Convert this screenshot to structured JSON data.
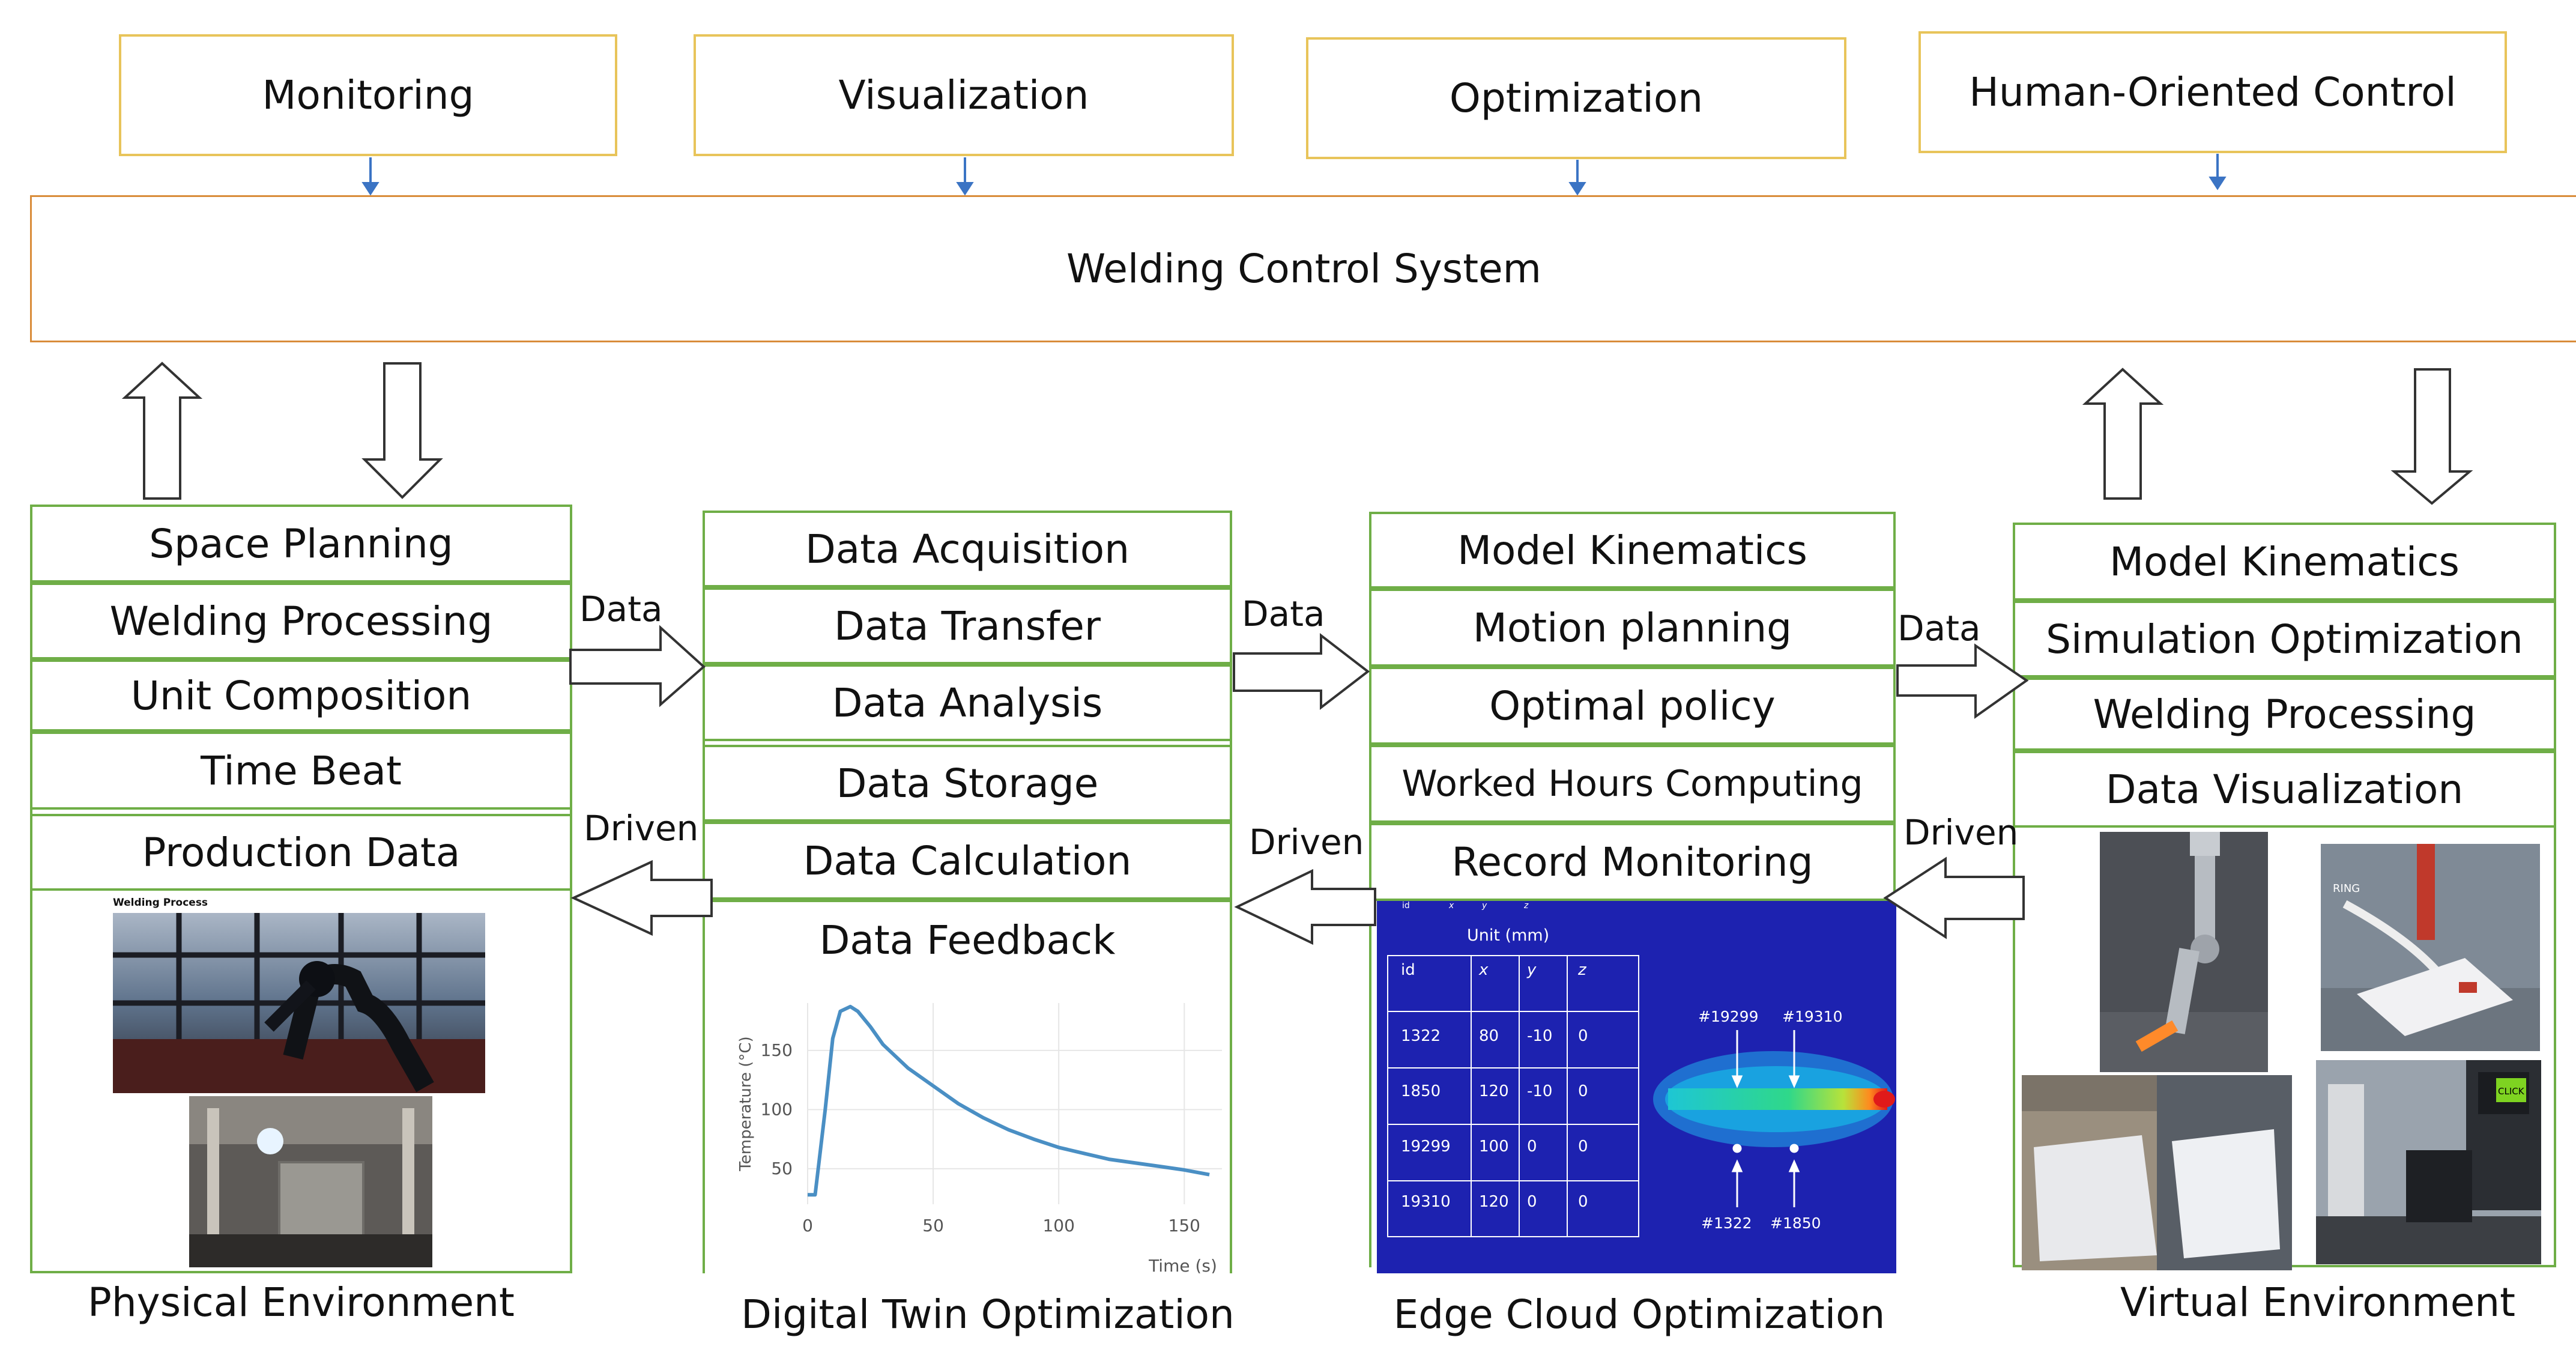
{
  "top_boxes": [
    "Monitoring",
    "Visualization",
    "Optimization",
    "Human-Oriented Control"
  ],
  "control_system": "Welding Control System",
  "physical": {
    "items": [
      "Space Planning",
      "Welding Processing",
      "Unit Composition",
      "Time Beat",
      "Production Data"
    ],
    "photo_caption": "Welding Process",
    "title": "Physical Environment"
  },
  "digital_twin": {
    "items": [
      "Data Acquisition",
      "Data Transfer",
      "Data Analysis",
      "Data Storage",
      "Data Calculation",
      "Data Feedback"
    ],
    "title": "Digital Twin Optimization"
  },
  "edge_cloud": {
    "items": [
      "Model Kinematics",
      "Motion planning",
      "Optimal policy",
      "Worked Hours Computing",
      "Record Monitoring"
    ],
    "title": "Edge Cloud Optimization",
    "table_header": [
      "id",
      "x",
      "y",
      "z"
    ],
    "unit_label": "Unit (mm)",
    "table_cols": [
      "id",
      "x",
      "y",
      "z"
    ],
    "table_rows": [
      [
        "1322",
        "80",
        "-10",
        "0"
      ],
      [
        "1850",
        "120",
        "-10",
        "0"
      ],
      [
        "19299",
        "100",
        "0",
        "0"
      ],
      [
        "19310",
        "120",
        "0",
        "0"
      ]
    ],
    "markers_top": [
      "#19299",
      "#19310"
    ],
    "markers_bottom": [
      "#1322",
      "#1850"
    ]
  },
  "virtual": {
    "items": [
      "Model Kinematics",
      "Simulation Optimization",
      "Welding Processing",
      "Data Visualization"
    ],
    "title": "Virtual Environment",
    "sign_text": "CLICK",
    "robot_text": "RING"
  },
  "arrow_labels": {
    "data": "Data",
    "driven": "Driven"
  },
  "colors": {
    "top_border": "#e8c45a",
    "control_border": "#d98c3a",
    "green_border": "#6fae47",
    "heatmap_bg": "#1d22b0",
    "curve": "#4a8fc4"
  },
  "chart_data": {
    "type": "line",
    "xlabel": "Time (s)",
    "ylabel": "Temperature (°C)",
    "xticks": [
      0,
      50,
      100,
      150
    ],
    "yticks": [
      50,
      100,
      150
    ],
    "xlim": [
      0,
      165
    ],
    "ylim": [
      20,
      190
    ],
    "x": [
      0,
      3,
      7,
      10,
      13,
      17,
      20,
      25,
      30,
      40,
      50,
      60,
      70,
      80,
      90,
      100,
      110,
      120,
      130,
      140,
      150,
      160
    ],
    "y": [
      28,
      28,
      100,
      160,
      183,
      187,
      183,
      170,
      155,
      135,
      120,
      105,
      93,
      83,
      75,
      68,
      63,
      58,
      55,
      52,
      49,
      45
    ]
  }
}
